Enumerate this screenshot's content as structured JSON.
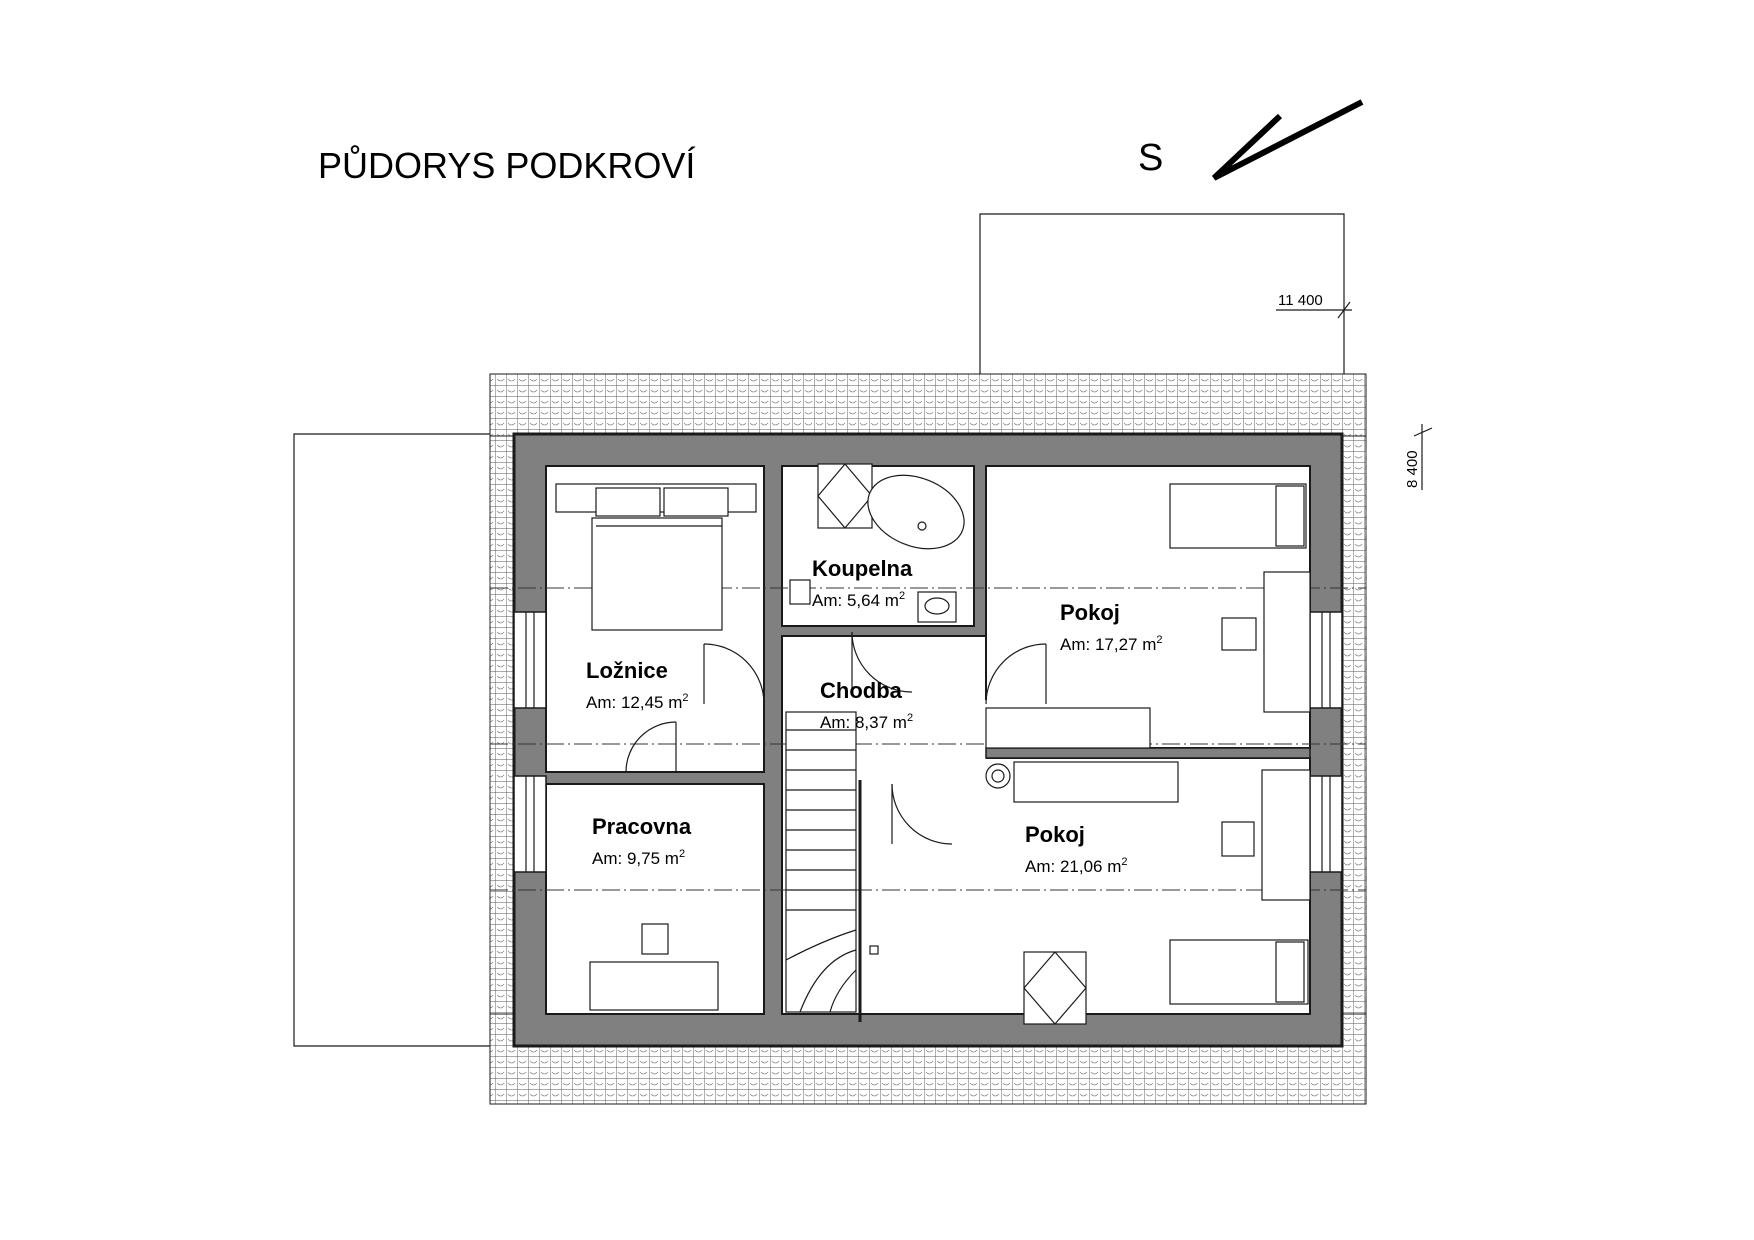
{
  "title": "PŮDORYS PODKROVÍ",
  "north_label": "S",
  "dimensions": {
    "top": "11 400",
    "right": "8 400"
  },
  "area_prefix": "Am:",
  "area_unit": "m",
  "area_unit_sup": "2",
  "rooms": [
    {
      "name": "Ložnice",
      "area": "12,45"
    },
    {
      "name": "Koupelna",
      "area": "5,64"
    },
    {
      "name": "Pokoj",
      "area": "17,27"
    },
    {
      "name": "Chodba",
      "area": "8,37"
    },
    {
      "name": "Pracovna",
      "area": "9,75"
    },
    {
      "name": "Pokoj",
      "area": "21,06"
    }
  ]
}
